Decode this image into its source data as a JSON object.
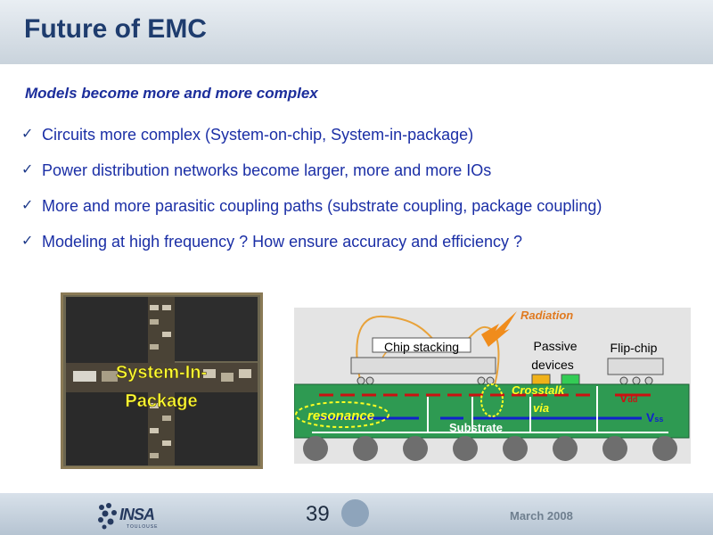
{
  "slide": {
    "title": "Future of EMC",
    "subtitle": "Models become more and more complex",
    "bullets": [
      "Circuits more complex (System-on-chip, System-in-package)",
      "Power distribution networks become larger, more and more IOs",
      "More and more parasitic coupling paths (substrate coupling, package coupling)",
      "Modeling at high frequency ? How ensure accuracy and efficiency ?"
    ]
  },
  "sip_image": {
    "label_line1": "System-In-",
    "label_line2": "Package"
  },
  "diagram": {
    "radiation": "Radiation",
    "chip_stacking": "Chip stacking",
    "passive_line1": "Passive",
    "passive_line2": "devices",
    "flip_chip": "Flip-chip",
    "crosstalk_line1": "Crosstalk",
    "crosstalk_line2": "via",
    "resonance": "resonance",
    "substrate": "Substrate",
    "vdd_main": "V",
    "vdd_sub": "dd",
    "vss_main": "V",
    "vss_sub": "ss"
  },
  "footer": {
    "page_number": "39",
    "date": "March 2008",
    "logo_text": "INSA",
    "logo_subtext": "TOULOUSE"
  },
  "colors": {
    "title": "#1e3c6e",
    "bullet_text": "#1b2fa6",
    "accent_orange": "#e8902a",
    "green_substrate": "#2e9a52"
  },
  "icons": [
    "checkmark-icon",
    "lightning-bolt-icon",
    "solder-ball-icon",
    "insa-logo-icon"
  ]
}
